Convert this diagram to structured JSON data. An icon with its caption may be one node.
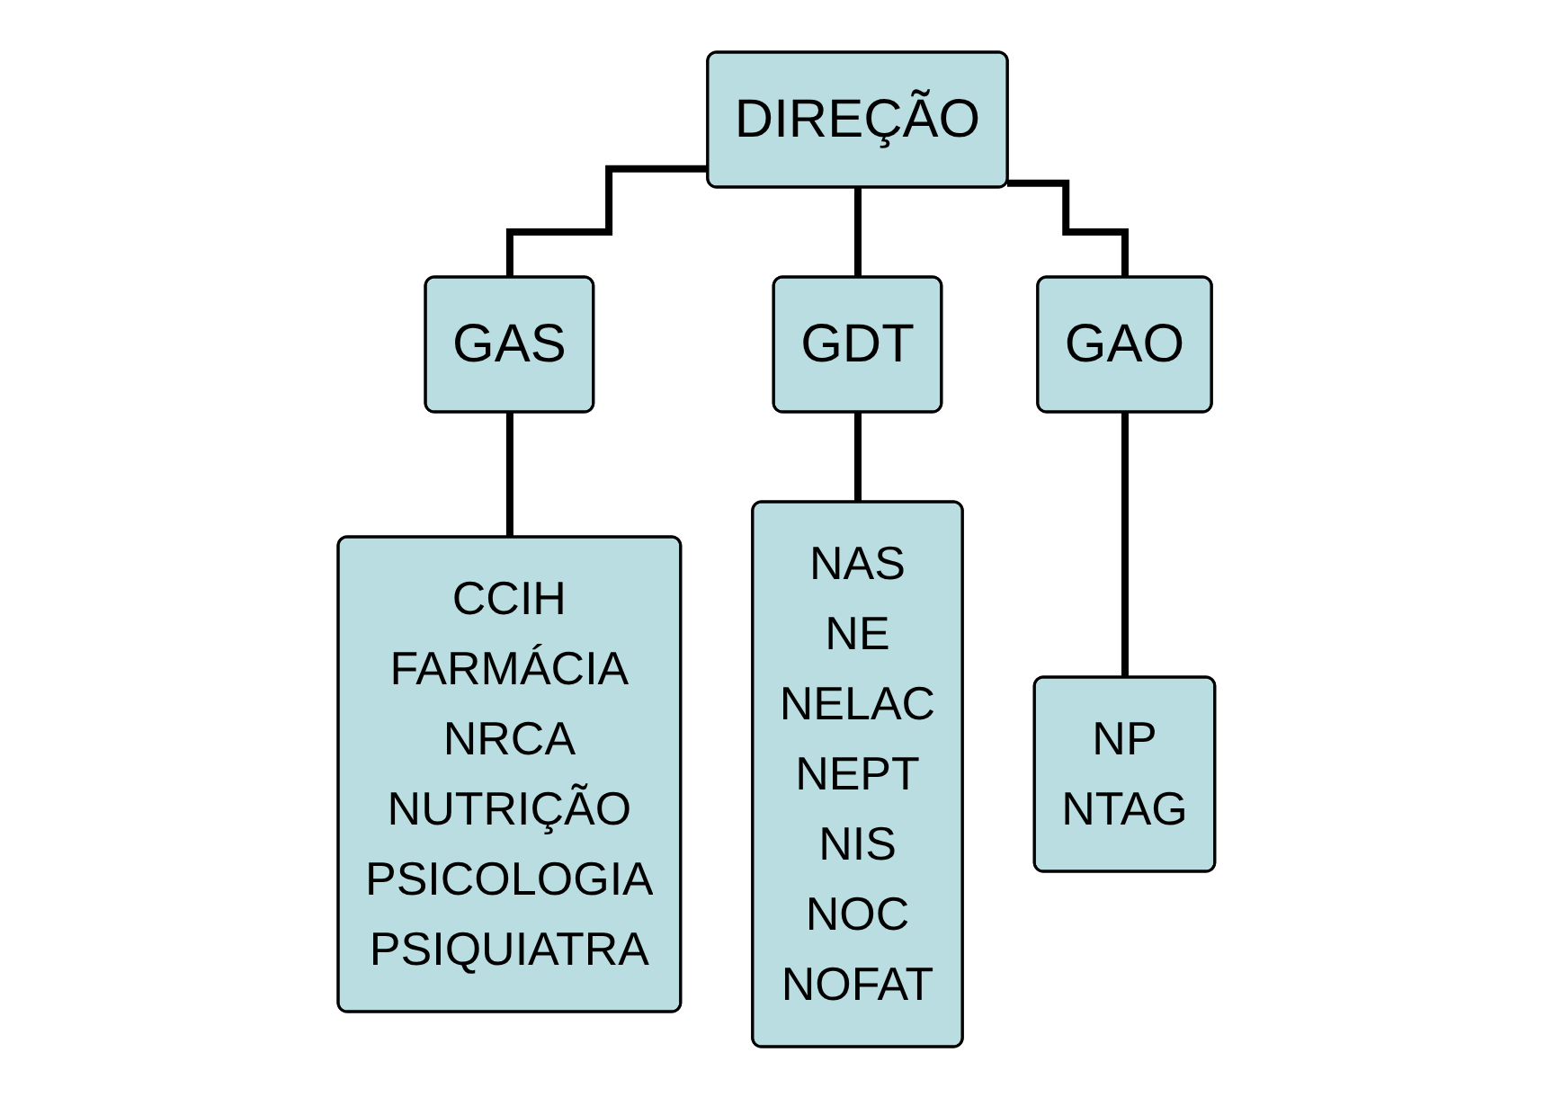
{
  "diagram": {
    "nodes": [
      {
        "text": [
          "DIREÇÃO"
        ]
      },
      {
        "text": [
          "GAS"
        ]
      },
      {
        "text": [
          "GDT"
        ]
      },
      {
        "text": [
          "GAO"
        ]
      },
      {
        "text": [
          "CCIH",
          "FARMÁCIA",
          "NRCA",
          "NUTRIÇÃO",
          "PSICOLOGIA",
          "PSIQUIATRA"
        ]
      },
      {
        "text": [
          "NAS",
          "NE",
          "NELAC",
          "NEPT",
          "NIS",
          "NOC",
          "NOFAT"
        ]
      },
      {
        "text": [
          "NP",
          "NTAG"
        ]
      }
    ],
    "edges": [
      {
        "from": 0,
        "to": 1,
        "arrow": "none"
      },
      {
        "from": 0,
        "to": 2,
        "arrow": "none"
      },
      {
        "from": 0,
        "to": 3,
        "arrow": "none"
      },
      {
        "from": 1,
        "to": 4,
        "arrow": "none"
      },
      {
        "from": 2,
        "to": 5,
        "arrow": "none"
      },
      {
        "from": 3,
        "to": 6,
        "arrow": "none"
      }
    ]
  }
}
